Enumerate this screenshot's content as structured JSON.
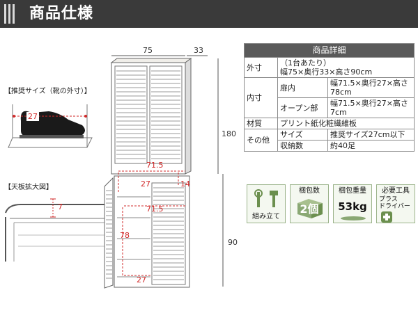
{
  "header": {
    "title": "商品仕様"
  },
  "diagram": {
    "top_width": "75",
    "top_depth": "33",
    "height_upper": "180",
    "height_lower": "90",
    "inner_width_top": "71.5",
    "inner_depth_top": "27",
    "inner_gap": "14",
    "inner_width_mid": "71.5",
    "inner_height": "78",
    "inner_depth_bottom": "27"
  },
  "shoe_box": {
    "label": "【推奨サイズ（靴の外寸）】",
    "value": "27"
  },
  "top_view": {
    "label": "【天板拡大図】",
    "value": "7"
  },
  "spec": {
    "header": "商品詳細",
    "rows": [
      {
        "head": "外寸",
        "sub": "",
        "value": "（1台あたり）\n幅75×奥行33×高さ90cm"
      },
      {
        "head": "内寸",
        "sub": "扉内",
        "value": "幅71.5×奥行27×高さ78cm"
      },
      {
        "head": "",
        "sub": "オープン部",
        "value": "幅71.5×奥行27×高さ7cm"
      },
      {
        "head": "材質",
        "sub": "",
        "value": "プリント紙化粧繊維板"
      },
      {
        "head": "その他",
        "sub": "サイズ",
        "value": "推奨サイズ27cm以下"
      },
      {
        "head": "",
        "sub": "収納数",
        "value": "約40足"
      }
    ]
  },
  "features": [
    {
      "label": "組み立て",
      "value": ""
    },
    {
      "label": "梱包数",
      "value": "2個"
    },
    {
      "label": "梱包重量",
      "value": "53kg"
    },
    {
      "label": "必要工具",
      "value": "プラス\nドライバー"
    }
  ]
}
